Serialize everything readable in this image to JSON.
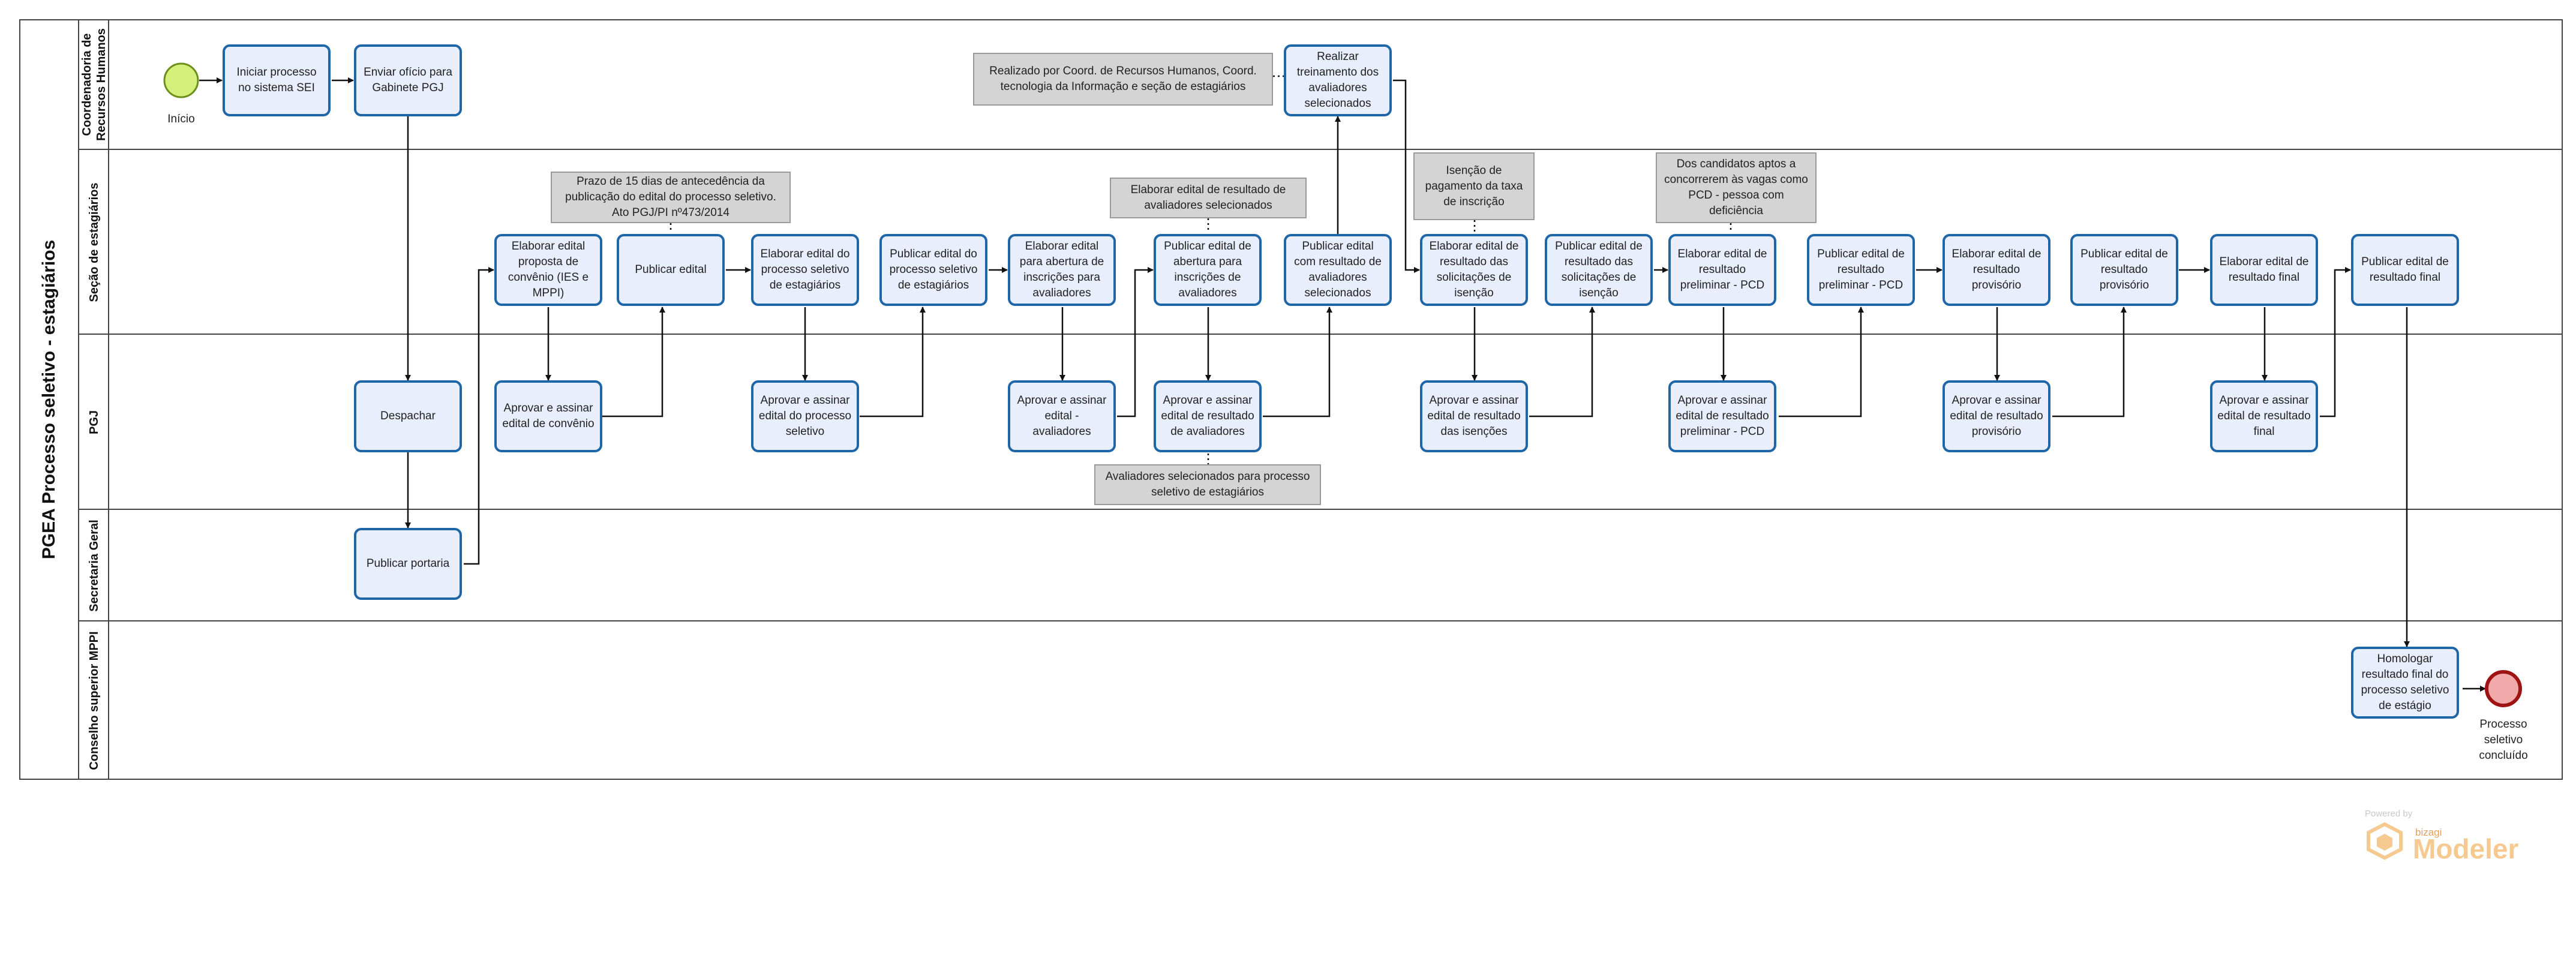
{
  "pool": {
    "title": "PGEA Processo seletivo - estagiários"
  },
  "lanes": [
    {
      "label": "Coordenadoria de Recursos Humanos"
    },
    {
      "label": "Seção de estagiários"
    },
    {
      "label": "PGJ"
    },
    {
      "label": "Secretaria Geral"
    },
    {
      "label": "Conselho superior MPPI"
    }
  ],
  "events": {
    "start": {
      "label": "Início",
      "color": "#d4ef7a"
    },
    "end": {
      "label": "Processo seletivo concluído",
      "color": "#f2a9a9"
    }
  },
  "tasks": {
    "iniciar": "Iniciar processo no sistema SEI",
    "enviar": "Enviar ofício para Gabinete PGJ",
    "realizar": "Realizar treinamento dos avaliadores selecionados",
    "elab_prop": "Elaborar edital proposta de convênio (IES e MPPI)",
    "pub_edital": "Publicar edital",
    "elab_proc": "Elaborar edital do processo seletivo de estagiários",
    "pub_proc": "Publicar edital do processo seletivo de estagiários",
    "elab_abert": "Elaborar edital para abertura de inscrições para avaliadores",
    "pub_abert": "Publicar edital de abertura para inscrições de avaliadores",
    "pub_aval": "Publicar edital com resultado de avaliadores selecionados",
    "elab_isen": "Elaborar edital de resultado das solicitações de isenção",
    "pub_isen": "Publicar edital de resultado das solicitações de isenção",
    "elab_pcd": "Elaborar edital de resultado preliminar - PCD",
    "pub_pcd": "Publicar edital de resultado preliminar - PCD",
    "elab_prov": "Elaborar edital de resultado provisório",
    "pub_prov": "Publicar edital de resultado provisório",
    "elab_final": "Elaborar edital de resultado final",
    "pub_final": "Publicar edital de resultado final",
    "despachar": "Despachar",
    "apr_conv": "Aprovar e assinar edital de convênio",
    "apr_proc": "Aprovar e assinar edital do processo seletivo",
    "apr_aval": "Aprovar e assinar edital - avaliadores",
    "apr_res_aval": "Aprovar e assinar edital de resultado de avaliadores",
    "apr_isen": "Aprovar e assinar edital de resultado das isenções",
    "apr_pcd": "Aprovar e assinar edital de resultado preliminar - PCD",
    "apr_prov": "Aprovar e assinar edital de resultado provisório",
    "apr_final": "Aprovar e assinar edital de resultado final",
    "pub_portaria": "Publicar portaria",
    "homologar": "Homologar resultado final do processo seletivo de estágio"
  },
  "notes": {
    "realizado": "Realizado por Coord. de Recursos Humanos, Coord. tecnologia da Informação e seção de estagiários",
    "prazo": "Prazo de 15 dias de antecedência da publicação do edital do processo seletivo. Ato PGJ/PI nº473/2014",
    "elab_res_aval": "Elaborar edital de resultado de avaliadores selecionados",
    "isencao": "Isenção de pagamento da taxa de inscrição",
    "pcd": "Dos candidatos aptos a concorrerem às vagas como PCD - pessoa com deficiência",
    "aval_sel": "Avaliadores selecionados para processo seletivo de estagiários"
  },
  "watermark": {
    "powered": "Powered by",
    "brand": "bizagi",
    "product": "Modeler"
  }
}
